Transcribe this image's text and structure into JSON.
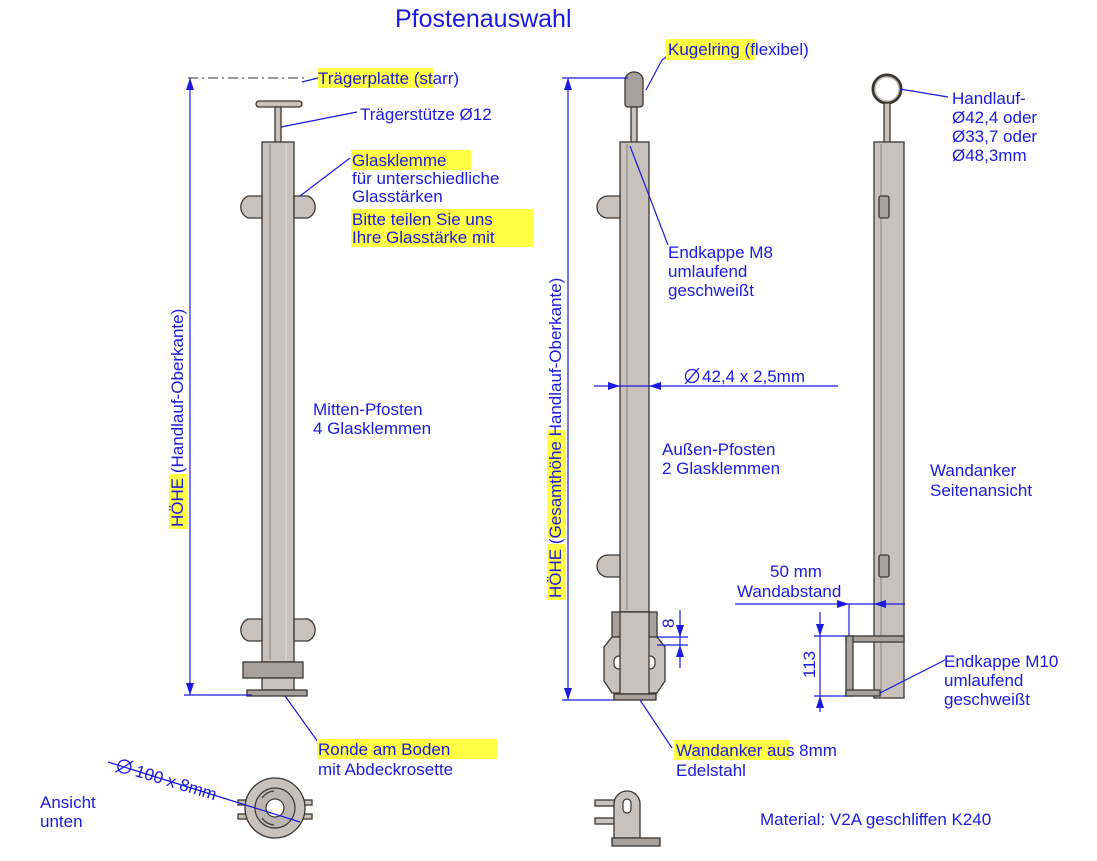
{
  "title": "Pfostenauswahl",
  "left_post": {
    "top_plate_highlight": "Trägerplatte",
    "top_plate_rest": " (starr)",
    "support": "Trägerstütze Ø12",
    "clamp_line1": "Glasklemme",
    "clamp_line2": "für unterschiedliche",
    "clamp_line3": "Glasstärken",
    "note_line1": "Bitte teilen Sie uns",
    "note_line2": "Ihre Glasstärke mit",
    "height_highlight": "HÖHE",
    "height_rest": " (Handlauf-Oberkante)",
    "name_line1": "Mitten-Pfosten",
    "name_line2": "4 Glasklemmen",
    "base_highlight": "Ronde am Boden",
    "base_line2": "mit Abdeckrosette"
  },
  "middle_post": {
    "top_highlight": "Kugelring",
    "top_rest": " (flexibel)",
    "cap_line1": "Endkappe M8",
    "cap_line2": "umlaufend",
    "cap_line3": "geschweißt",
    "diameter": "42,4 x 2,5mm",
    "height_highlight1": "HÖHE",
    "height_mid": " (",
    "height_highlight2": "Gesamthöhe",
    "height_rest": " Handlauf-Oberkante)",
    "name_line1": "Außen-Pfosten",
    "name_line2": "2 Glasklemmen",
    "dim_small": "8",
    "anchor_highlight": "Wandanker",
    "anchor_rest": " aus 8mm",
    "anchor_line2": "Edelstahl"
  },
  "right_post": {
    "handrail_line1": "Handlauf-",
    "handrail_line2": "Ø42,4 oder",
    "handrail_line3": "Ø33,7 oder",
    "handrail_line4": "Ø48,3mm",
    "name_line1": "Wandanker",
    "name_line2": "Seitenansicht",
    "dist_line1": "50 mm",
    "dist_line2": "Wandabstand",
    "dim_vertical": "113",
    "cap_line1": "Endkappe M10",
    "cap_line2": "umlaufend",
    "cap_line3": "geschweißt"
  },
  "bottom": {
    "disc_dim": "100 x 8mm",
    "view_line1": "Ansicht",
    "view_line2": "unten",
    "material": "Material: V2A geschliffen K240"
  }
}
